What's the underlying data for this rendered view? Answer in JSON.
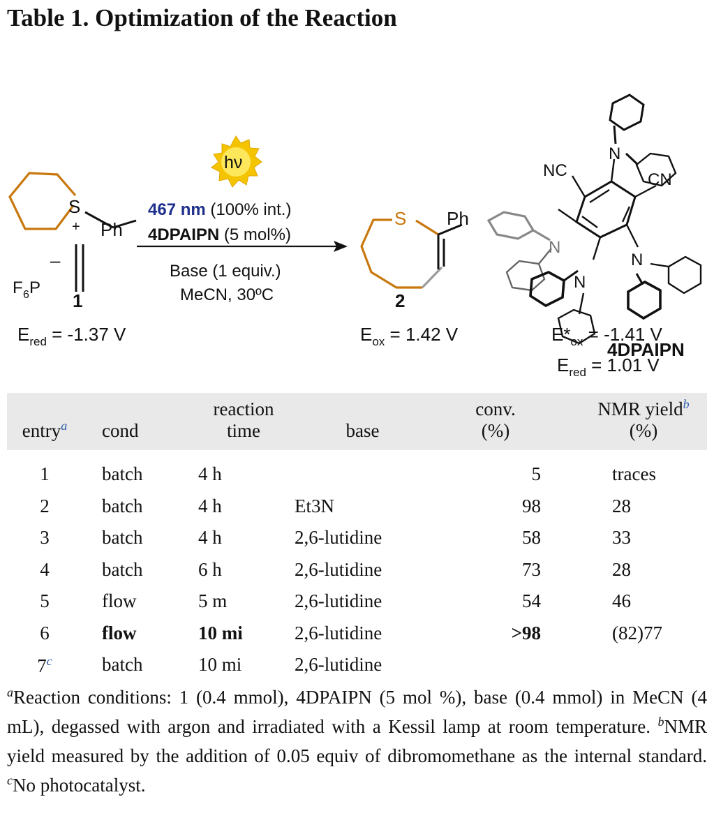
{
  "title": "Table 1. Optimization of the Reaction",
  "scheme": {
    "reagent": {
      "number": "1",
      "counterion_f": "F",
      "counterion_sub": "6",
      "counterion_p": "P",
      "minus": "–",
      "plus": "+",
      "s": "S",
      "ph": "Ph",
      "potential_e": "E",
      "potential_sub": "red",
      "potential_value": " = -1.37 V"
    },
    "hv": "hν",
    "conditions": {
      "wavelength": "467 nm",
      "intensity": " (100% int.)",
      "catalyst": "4DPAIPN",
      "catalyst_loading": " (5 mol%)",
      "base": "Base (1 equiv.)",
      "solvent": "MeCN, 30ºC"
    },
    "product": {
      "number": "2",
      "s": "S",
      "ph": "Ph",
      "potential_e": "E",
      "potential_sub": "ox",
      "potential_value": " = 1.42 V"
    },
    "catalyst": {
      "name": "4DPAIPN",
      "nc_left": "NC",
      "cn_right": "CN",
      "n": "N",
      "potential1_e": "E*",
      "potential1_sub": "ox",
      "potential1_value": " = -1.41 V",
      "potential2_e": "E",
      "potential2_sub": "red",
      "potential2_value": " = 1.01 V"
    },
    "colors": {
      "ring": "#c8780e",
      "wavelength": "#1f2f8c",
      "sun": "#f5c400"
    }
  },
  "table": {
    "headers": {
      "entry": "entry",
      "entry_fn": "a",
      "cond": "cond",
      "time_1": "reaction",
      "time_2": "time",
      "base": "base",
      "conv_1": "conv.",
      "conv_2": "(%)",
      "yield_1": "NMR yield",
      "yield_fn": "b",
      "yield_2": "(%)"
    },
    "rows": [
      {
        "entry": "1",
        "cond": "batch",
        "time": "4 h",
        "base": "",
        "conv": "5",
        "yield": "traces"
      },
      {
        "entry": "2",
        "cond": "batch",
        "time": "4 h",
        "base": "Et3N",
        "conv": "98",
        "yield": "28"
      },
      {
        "entry": "3",
        "cond": "batch",
        "time": "4 h",
        "base": "2,6-lutidine",
        "conv": "58",
        "yield": "33"
      },
      {
        "entry": "4",
        "cond": "batch",
        "time": "6 h",
        "base": "2,6-lutidine",
        "conv": "73",
        "yield": "28"
      },
      {
        "entry": "5",
        "cond": "flow",
        "time": "5 m",
        "base": "2,6-lutidine",
        "conv": "54",
        "yield": "46"
      },
      {
        "entry": "6",
        "cond": "flow",
        "time": "10 mi",
        "base": "2,6-lutidine",
        "conv": ">98",
        "yield": "(82)77"
      },
      {
        "entry": "7",
        "entry_fn": "c",
        "cond": "batch",
        "time": "10 mi",
        "base": "2,6-lutidine",
        "conv": "",
        "yield": ""
      }
    ]
  },
  "footnotes": {
    "a_mark": "a",
    "a_text": "Reaction conditions: 1 (0.4 mmol), 4DPAIPN (5 mol %), base (0.4 mmol) in MeCN (4 mL), degassed with argon and irradiated with a Kessil lamp at room temperature.",
    "b_mark": "b",
    "b_text": "NMR yield measured by the addition of 0.05 equiv of dibromomethane as the internal standard.",
    "c_mark": "c",
    "c_text": "No photocatalyst."
  }
}
